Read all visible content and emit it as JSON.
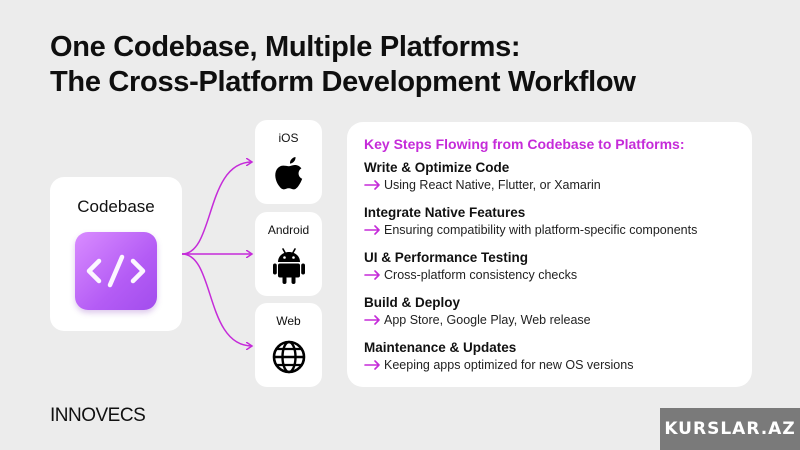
{
  "title": {
    "line1": "One Codebase, Multiple Platforms:",
    "line2": "The Cross-Platform Development Workflow"
  },
  "codebase": {
    "label": "Codebase",
    "icon": "code-brackets-icon"
  },
  "platforms": [
    {
      "label": "iOS",
      "icon": "apple-icon"
    },
    {
      "label": "Android",
      "icon": "android-icon"
    },
    {
      "label": "Web",
      "icon": "globe-icon"
    }
  ],
  "steps_panel": {
    "heading": "Key Steps Flowing from Codebase to Platforms:",
    "steps": [
      {
        "title": "Write & Optimize Code",
        "description": "Using React Native, Flutter, or Xamarin"
      },
      {
        "title": "Integrate Native Features",
        "description": "Ensuring compatibility with platform-specific components"
      },
      {
        "title": "UI & Performance Testing",
        "description": "Cross-platform consistency checks"
      },
      {
        "title": "Build & Deploy",
        "description": "App Store, Google Play, Web release"
      },
      {
        "title": "Maintenance & Updates",
        "description": "Keeping apps optimized for new OS versions"
      }
    ]
  },
  "footer": {
    "logo": "INNOVECS",
    "watermark": "KURSLAR.AZ"
  },
  "colors": {
    "accent": "#c52bd9",
    "tile_gradient_start": "#d98cff",
    "tile_gradient_end": "#a24ded",
    "background": "#ececec",
    "card": "#ffffff"
  }
}
